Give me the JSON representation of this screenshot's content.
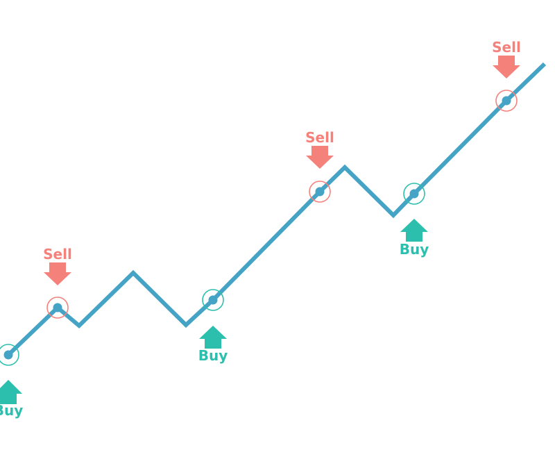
{
  "colors": {
    "line": "#45a3c5",
    "buy": "#2dbfae",
    "sell": "#f5817b",
    "background": "#ffffff"
  },
  "labels": {
    "buy": "Buy",
    "sell": "Sell"
  },
  "signals": [
    {
      "type": "buy",
      "label": "Buy",
      "icon": "up-arrow-icon"
    },
    {
      "type": "sell",
      "label": "Sell",
      "icon": "down-arrow-icon"
    },
    {
      "type": "buy",
      "label": "Buy",
      "icon": "up-arrow-icon"
    },
    {
      "type": "sell",
      "label": "Sell",
      "icon": "down-arrow-icon"
    },
    {
      "type": "buy",
      "label": "Buy",
      "icon": "up-arrow-icon"
    },
    {
      "type": "sell",
      "label": "Sell",
      "icon": "down-arrow-icon"
    }
  ]
}
